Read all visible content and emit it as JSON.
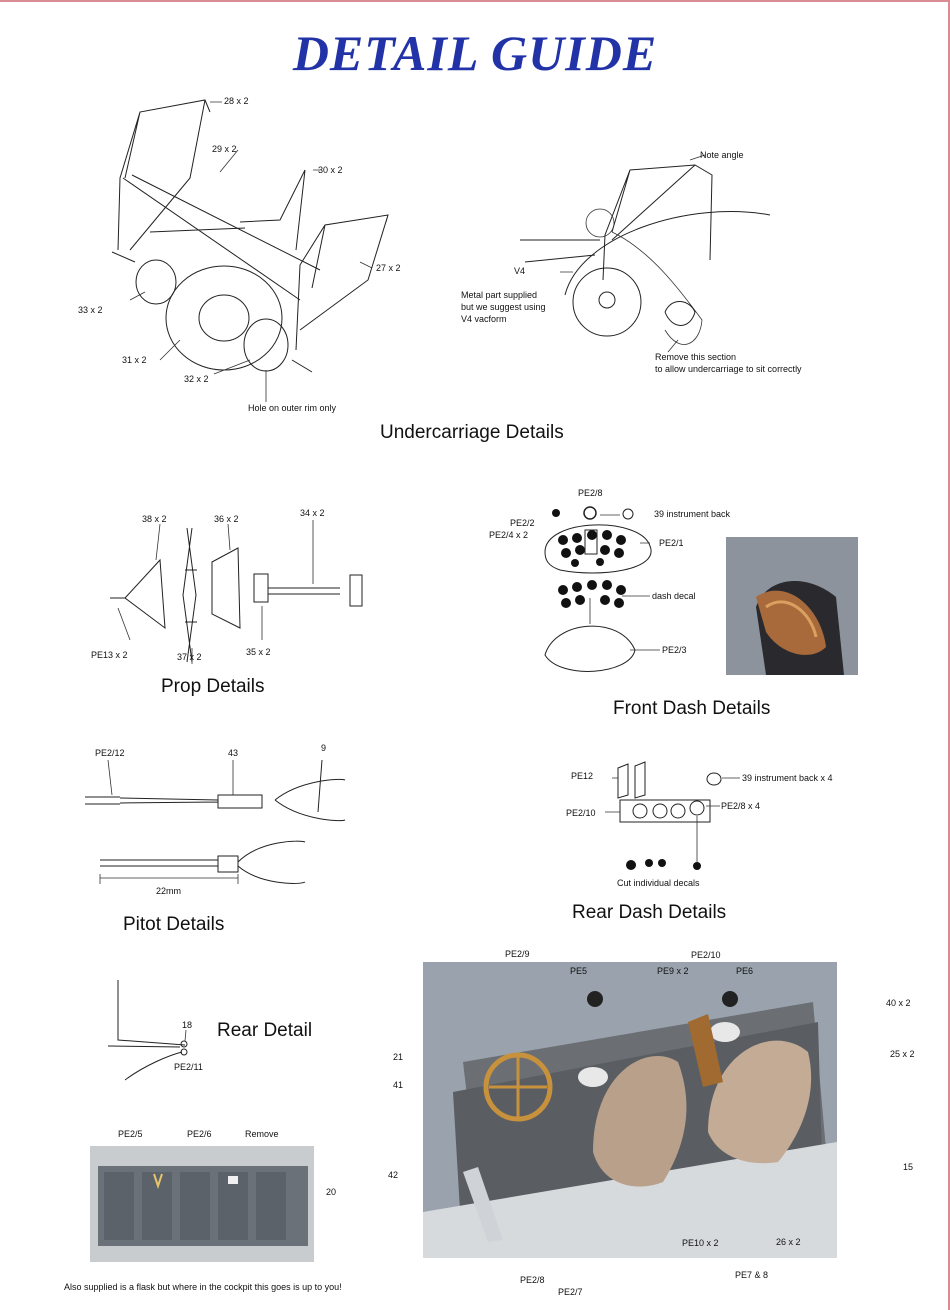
{
  "title": "DETAIL GUIDE",
  "sections": {
    "undercarriage": "Undercarriage Details",
    "prop": "Prop Details",
    "front_dash": "Front Dash Details",
    "pitot": "Pitot Details",
    "rear_dash": "Rear Dash Details",
    "rear_detail": "Rear Detail"
  },
  "labels": {
    "uc_28": "28 x 2",
    "uc_29": "29 x 2",
    "uc_30": "30 x 2",
    "uc_27": "27 x 2",
    "uc_33": "33 x 2",
    "uc_31": "31 x 2",
    "uc_32": "32 x 2",
    "uc_hole": "Hole on outer rim only",
    "uc_note": "Note angle",
    "uc_v4": "V4",
    "uc_metal_1": "Metal part supplied",
    "uc_metal_2": "but we suggest using",
    "uc_metal_3": "V4 vacform",
    "uc_remove_1": "Remove this section",
    "uc_remove_2": "to allow undercarriage to sit correctly",
    "prop_38": "38 x 2",
    "prop_36": "36 x 2",
    "prop_34": "34 x 2",
    "prop_pe13": "PE13 x 2",
    "prop_37": "37 x 2",
    "prop_35": "35 x 2",
    "fd_pe28": "PE2/8",
    "fd_39": "39 instrument back",
    "fd_pe22": "PE2/2",
    "fd_pe24": "PE2/4 x 2",
    "fd_pe21": "PE2/1",
    "fd_decal": "dash decal",
    "fd_pe23": "PE2/3",
    "pt_pe212": "PE2/12",
    "pt_43": "43",
    "pt_9": "9",
    "pt_22mm": "22mm",
    "rd_pe12": "PE12",
    "rd_39": "39 instrument back x 4",
    "rd_pe210": "PE2/10",
    "rd_pe28": "PE2/8 x 4",
    "rd_cut": "Cut individual decals",
    "rr_18": "18",
    "rr_pe211": "PE2/11",
    "rr_pe25": "PE2/5",
    "rr_pe26": "PE2/6",
    "rr_remove": "Remove",
    "rr_20": "20",
    "ck_pe29": "PE2/9",
    "ck_pe5": "PE5",
    "ck_pe9": "PE9 x 2",
    "ck_pe210": "PE2/10",
    "ck_pe6": "PE6",
    "ck_40": "40 x 2",
    "ck_21": "21",
    "ck_25": "25 x 2",
    "ck_41": "41",
    "ck_42": "42",
    "ck_15": "15",
    "ck_pe10": "PE10 x 2",
    "ck_26": "26 x 2",
    "ck_pe78": "PE7 & 8",
    "ck_pe28": "PE2/8",
    "ck_pe27": "PE2/7"
  },
  "footer": "Also supplied is a flask but where in the cockpit this goes is up to you!"
}
